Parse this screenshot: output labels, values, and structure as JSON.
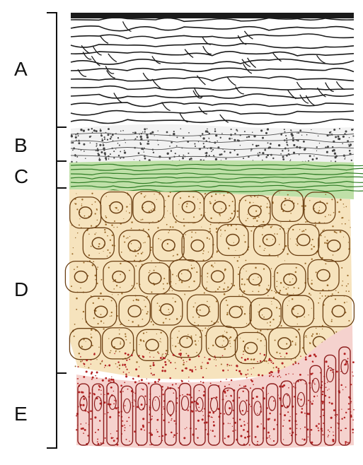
{
  "labels": {
    "a": "A",
    "b": "B",
    "c": "C",
    "d": "D",
    "e": "E"
  },
  "colors": {
    "bracket": "#111111",
    "layer_a_line": "#1a1a1a",
    "layer_b_fill": "#f2f2f2",
    "layer_b_dots": "#444444",
    "layer_c_fill": "#bfe0a8",
    "layer_c_line": "#2f7d25",
    "layer_d_fill": "#f6e3bd",
    "layer_d_dots": "#9a6a2a",
    "layer_d_line": "#6b3f12",
    "layer_e_fill": "#f5d2ce",
    "layer_e_line": "#8d1c1c",
    "layer_e_dots": "#b32222"
  }
}
